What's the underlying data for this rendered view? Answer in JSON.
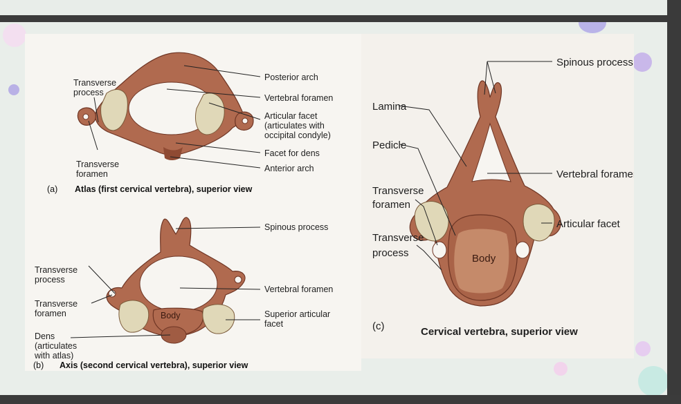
{
  "colors": {
    "bone": "#b06a4f",
    "bone_dark": "#6e3524",
    "cartilage": "#e0d8b8",
    "slide_bg": "#e9eeea"
  },
  "figure_a": {
    "caption_letter": "(a)",
    "caption": "Atlas (first cervical vertebra), superior view",
    "labels": {
      "transverse_process": [
        "Transverse",
        "process"
      ],
      "transverse_foramen": [
        "Transverse",
        "foramen"
      ],
      "posterior_arch": "Posterior arch",
      "vertebral_foramen": "Vertebral foramen",
      "articular_facet": [
        "Articular facet",
        "(articulates with",
        "occipital condyle)"
      ],
      "facet_for_dens": "Facet for dens",
      "anterior_arch": "Anterior arch"
    }
  },
  "figure_b": {
    "caption_letter": "(b)",
    "caption": "Axis (second cervical vertebra), superior view",
    "labels": {
      "spinous_process": "Spinous process",
      "transverse_process": [
        "Transverse",
        "process"
      ],
      "transverse_foramen": [
        "Transverse",
        "foramen"
      ],
      "dens": [
        "Dens",
        "(articulates",
        "with atlas)"
      ],
      "vertebral_foramen": "Vertebral foramen",
      "body": "Body",
      "superior_articular_facet": [
        "Superior articular",
        "facet"
      ]
    }
  },
  "figure_c": {
    "caption_letter": "(c)",
    "caption": "Cervical vertebra, superior view",
    "labels": {
      "spinous_process": "Spinous process",
      "lamina": "Lamina",
      "pedicle": "Pedicle",
      "transverse_foramen": [
        "Transverse",
        "foramen"
      ],
      "transverse_process": [
        "Transverse",
        "process"
      ],
      "vertebral_foramen": "Vertebral foramen",
      "articular_facet": "Articular facet",
      "body": "Body"
    }
  }
}
